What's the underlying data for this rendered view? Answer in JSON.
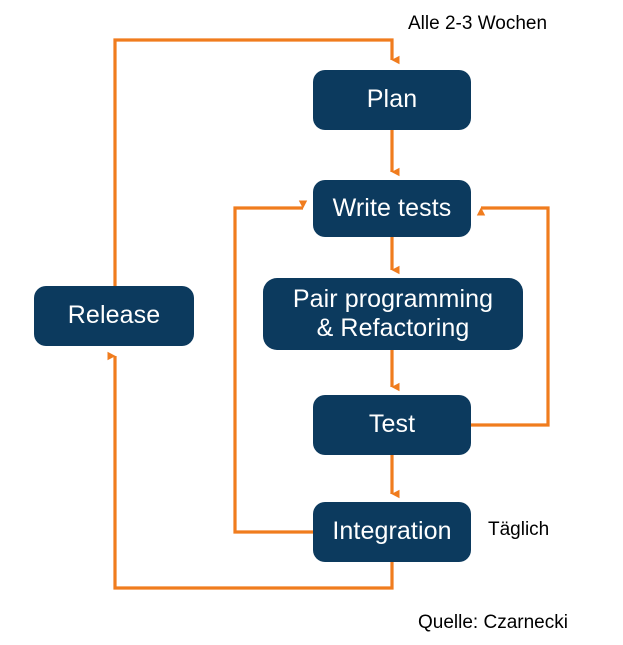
{
  "diagram": {
    "title_annotation": "Alle 2-3 Wochen",
    "daily_annotation": "Täglich",
    "source_annotation": "Quelle: Czarnecki",
    "colors": {
      "node_fill": "#0c3a5e",
      "node_text": "#ffffff",
      "connector": "#f07c1e",
      "background": "#ffffff",
      "annotation_text": "#000000"
    },
    "nodes": [
      {
        "id": "plan",
        "label": "Plan"
      },
      {
        "id": "write",
        "label": "Write tests"
      },
      {
        "id": "pair",
        "label": "Pair programming\n& Refactoring"
      },
      {
        "id": "test",
        "label": "Test"
      },
      {
        "id": "integration",
        "label": "Integration"
      },
      {
        "id": "release",
        "label": "Release"
      }
    ],
    "edges": [
      {
        "from": "plan",
        "to": "write",
        "kind": "arrow"
      },
      {
        "from": "write",
        "to": "pair",
        "kind": "arrow"
      },
      {
        "from": "pair",
        "to": "test",
        "kind": "arrow"
      },
      {
        "from": "test",
        "to": "integration",
        "kind": "arrow"
      },
      {
        "from": "test",
        "to": "write",
        "kind": "feedback-right"
      },
      {
        "from": "integration",
        "to": "write",
        "kind": "feedback-left"
      },
      {
        "from": "integration",
        "to": "release",
        "kind": "feedback-bottom-left"
      },
      {
        "from": "release",
        "to": "plan",
        "kind": "feedback-top"
      }
    ]
  }
}
